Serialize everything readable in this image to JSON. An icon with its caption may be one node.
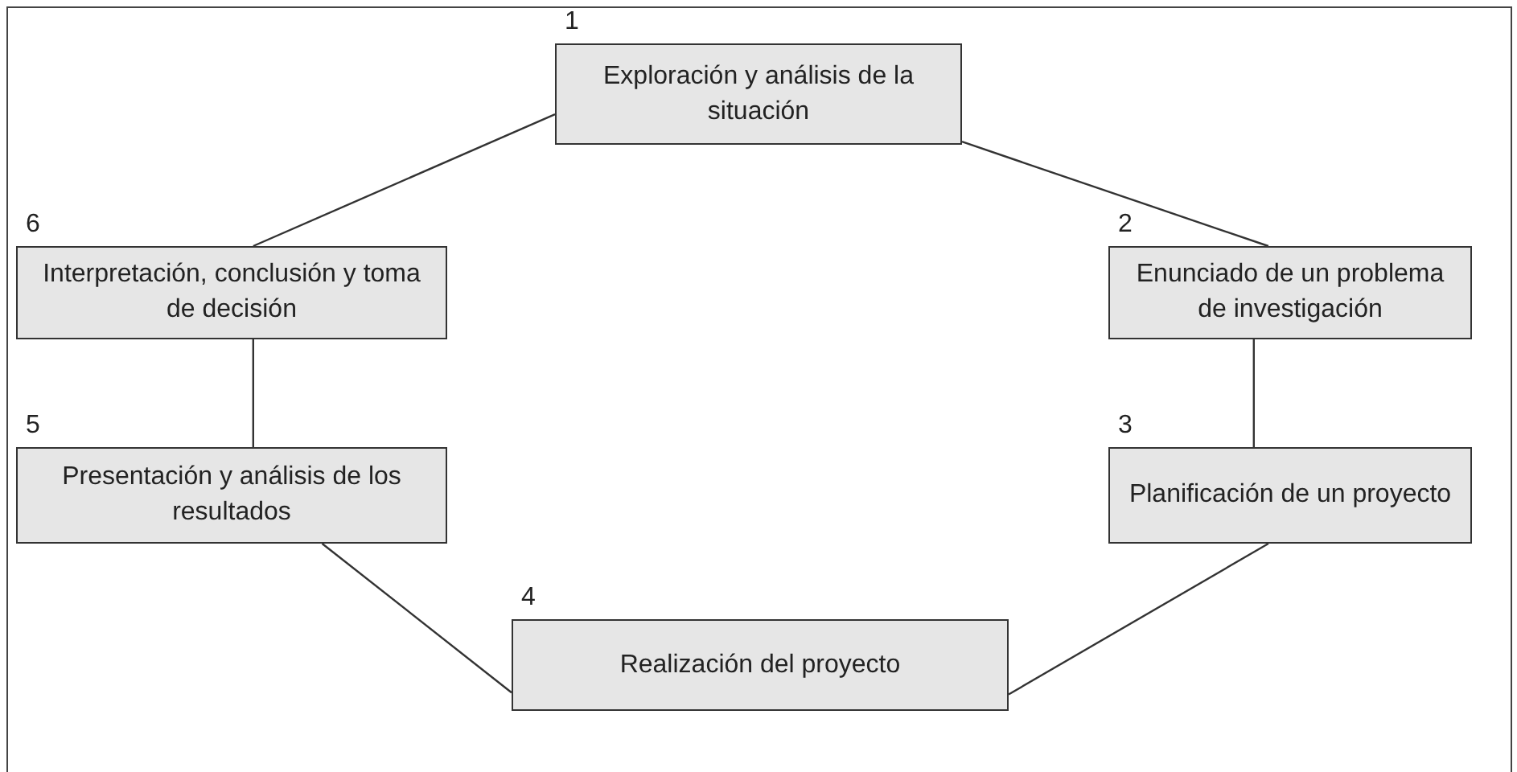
{
  "diagram": {
    "nodes": [
      {
        "text": [
          "Exploración y análisis de la situación"
        ],
        "beside": [
          "1"
        ]
      },
      {
        "text": [
          "Enunciado de un problema de investigación"
        ],
        "beside": [
          "2"
        ]
      },
      {
        "text": [
          "Planificación de un proyecto"
        ],
        "beside": [
          "3"
        ]
      },
      {
        "text": [
          "Realización del proyecto"
        ],
        "beside": [
          "4"
        ]
      },
      {
        "text": [
          "Presentación y análisis de los resultados"
        ],
        "beside": [
          "5"
        ]
      },
      {
        "text": [
          "Interpretación, conclusión y toma de decisión"
        ],
        "beside": [
          "6"
        ]
      }
    ],
    "edges": [
      {
        "from": 0,
        "to": 1,
        "arrow": "none"
      },
      {
        "from": 1,
        "to": 2,
        "arrow": "none"
      },
      {
        "from": 2,
        "to": 3,
        "arrow": "none"
      },
      {
        "from": 3,
        "to": 4,
        "arrow": "none"
      },
      {
        "from": 4,
        "to": 5,
        "arrow": "none"
      },
      {
        "from": 5,
        "to": 0,
        "arrow": "none"
      }
    ]
  }
}
